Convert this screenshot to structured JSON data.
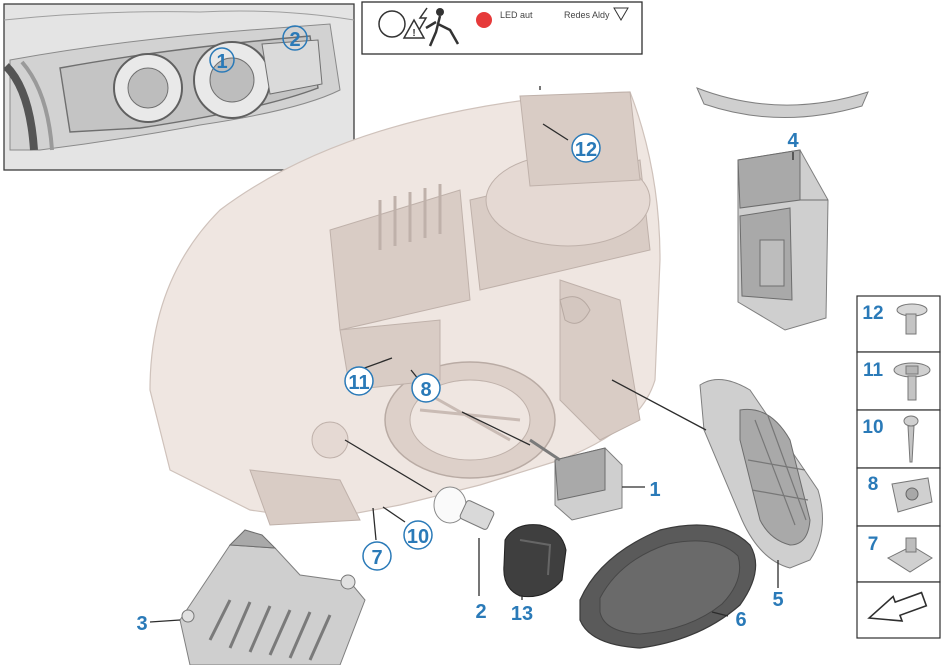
{
  "callouts": {
    "inset_1": "1",
    "inset_2": "2",
    "c12": "12",
    "c4": "4",
    "c11": "11",
    "c8": "8",
    "c1": "1",
    "c10": "10",
    "c7": "7",
    "c2": "2",
    "c13": "13",
    "c6": "6",
    "c5": "5",
    "c3": "3"
  },
  "legend": [
    {
      "label": "12",
      "part": "screw"
    },
    {
      "label": "11",
      "part": "flange-screw"
    },
    {
      "label": "10",
      "part": "self-tapping-screw"
    },
    {
      "label": "8",
      "part": "spring-nut"
    },
    {
      "label": "7",
      "part": "clip"
    }
  ],
  "warning_text": {
    "line1": "LED aut",
    "line2": "Redes Aldy"
  },
  "colors": {
    "callout": "#2a7ab8",
    "inset_bg": "#e3e3e3",
    "headlight_body": "#efe6e1"
  },
  "icons": [
    "warning-triangle-icon",
    "high-voltage-icon",
    "arrow-next-icon"
  ]
}
